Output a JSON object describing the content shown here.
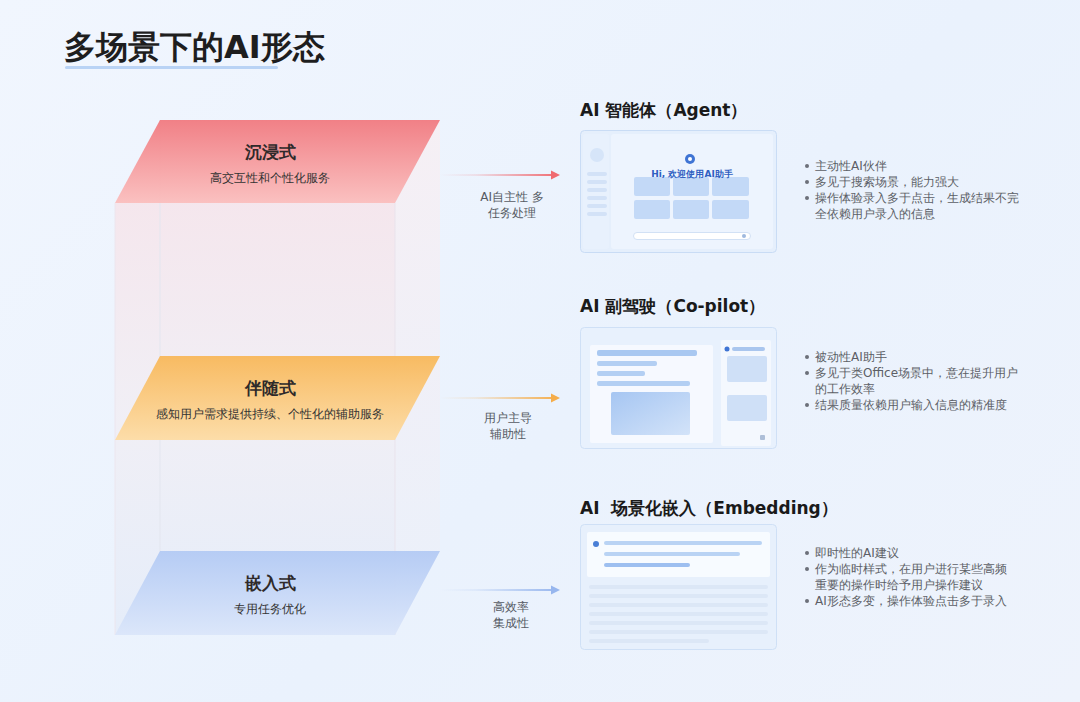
{
  "diagram": {
    "title": "多场景下的AI形态",
    "nodes": [
      {
        "text": [
          "沉浸式",
          "高交互性和个性化服务"
        ]
      },
      {
        "text": [
          "伴随式",
          "感知用户需求提供持续、个性化的辅助服务"
        ]
      },
      {
        "text": [
          "嵌入式",
          "专用任务优化"
        ]
      },
      {
        "text": [
          "AI 智能体（Agent）",
          "主动性AI伙伴",
          "多见于搜索场景，能力强大",
          "操作体验录入多于点击，生成结果不完全依赖用户录入的信息"
        ]
      },
      {
        "text": [
          "AI 副驾驶（Co-pilot）",
          "被动性AI助手",
          "多见于类Office场景中，意在提升用户的工作效率",
          "结果质量依赖用户输入信息的精准度"
        ]
      },
      {
        "text": [
          "AI  场景化嵌入（Embedding）",
          "即时性的AI建议",
          "作为临时样式，在用户进行某些高频重要的操作时给予用户操作建议",
          "AI形态多变，操作体验点击多于录入"
        ]
      }
    ],
    "edges": [
      {
        "from": 0,
        "to": 3,
        "arrow": "to",
        "label": "AI自主性 多任务处理"
      },
      {
        "from": 1,
        "to": 4,
        "arrow": "to",
        "label": "用户主导 辅助性"
      },
      {
        "from": 2,
        "to": 5,
        "arrow": "to",
        "label": "高效率 集成性"
      }
    ],
    "labels": [
      "Hi, 欢迎使用AI助手"
    ]
  }
}
